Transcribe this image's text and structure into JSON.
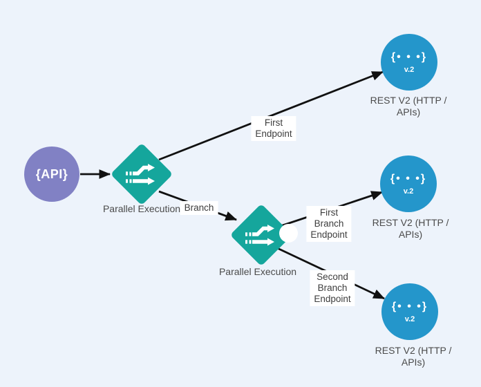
{
  "colors": {
    "background": "#edf3fb",
    "node_purple": "#8181C4",
    "node_teal": "#15A69C",
    "node_blue": "#2496CB",
    "edge_black": "#111111",
    "edge_label_bg": "#ffffff",
    "node_label_text": "#4a4a4a",
    "icon_white": "#ffffff"
  },
  "nodes": {
    "api": {
      "title": "{API}"
    },
    "parallel_1": {
      "label": "Parallel Execution"
    },
    "parallel_2": {
      "label": "Parallel Execution"
    },
    "rest_1": {
      "icon_text": "{• • •}",
      "version": "v.2",
      "label": [
        "REST V2 (HTTP /",
        "APIs)"
      ]
    },
    "rest_2": {
      "icon_text": "{• • •}",
      "version": "v.2",
      "label": [
        "REST V2 (HTTP /",
        "APIs)"
      ]
    },
    "rest_3": {
      "icon_text": "{• • •}",
      "version": "v.2",
      "label": [
        "REST V2 (HTTP /",
        "APIs)"
      ]
    }
  },
  "edge_labels": {
    "first_endpoint": [
      "First",
      "Endpoint"
    ],
    "branch": [
      "Branch"
    ],
    "first_branch_endpoint": [
      "First",
      "Branch",
      "Endpoint"
    ],
    "second_branch_endpoint": [
      "Second",
      "Branch",
      "Endpoint"
    ]
  }
}
